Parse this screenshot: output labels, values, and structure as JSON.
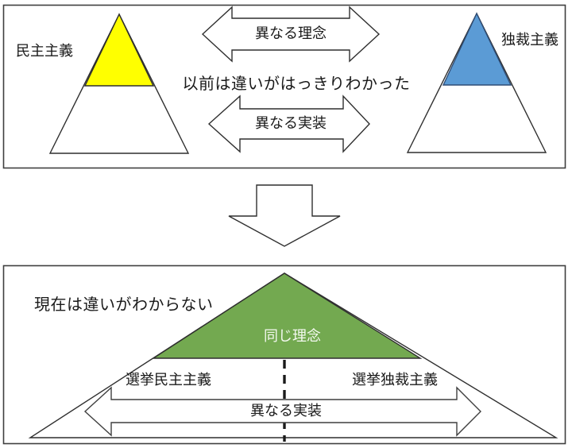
{
  "colors": {
    "yellow": "#ffff00",
    "blue": "#5b9bd5",
    "green": "#73a950",
    "outline": "#2f2f2f",
    "panel_border": "#3f3f3f",
    "white": "#ffffff"
  },
  "top_panel": {
    "left_mountain_label": "民主主義",
    "right_mountain_label": "独裁主義",
    "ideals_arrow_label": "異なる理念",
    "caption": "以前は違いがはっきりわかった",
    "implementation_arrow_label": "異なる実装"
  },
  "bottom_panel": {
    "caption": "現在は違いがわからない",
    "peak_label": "同じ理念",
    "left_label": "選挙民主主義",
    "right_label": "選挙独裁主義",
    "implementation_arrow_label": "異なる実装"
  }
}
